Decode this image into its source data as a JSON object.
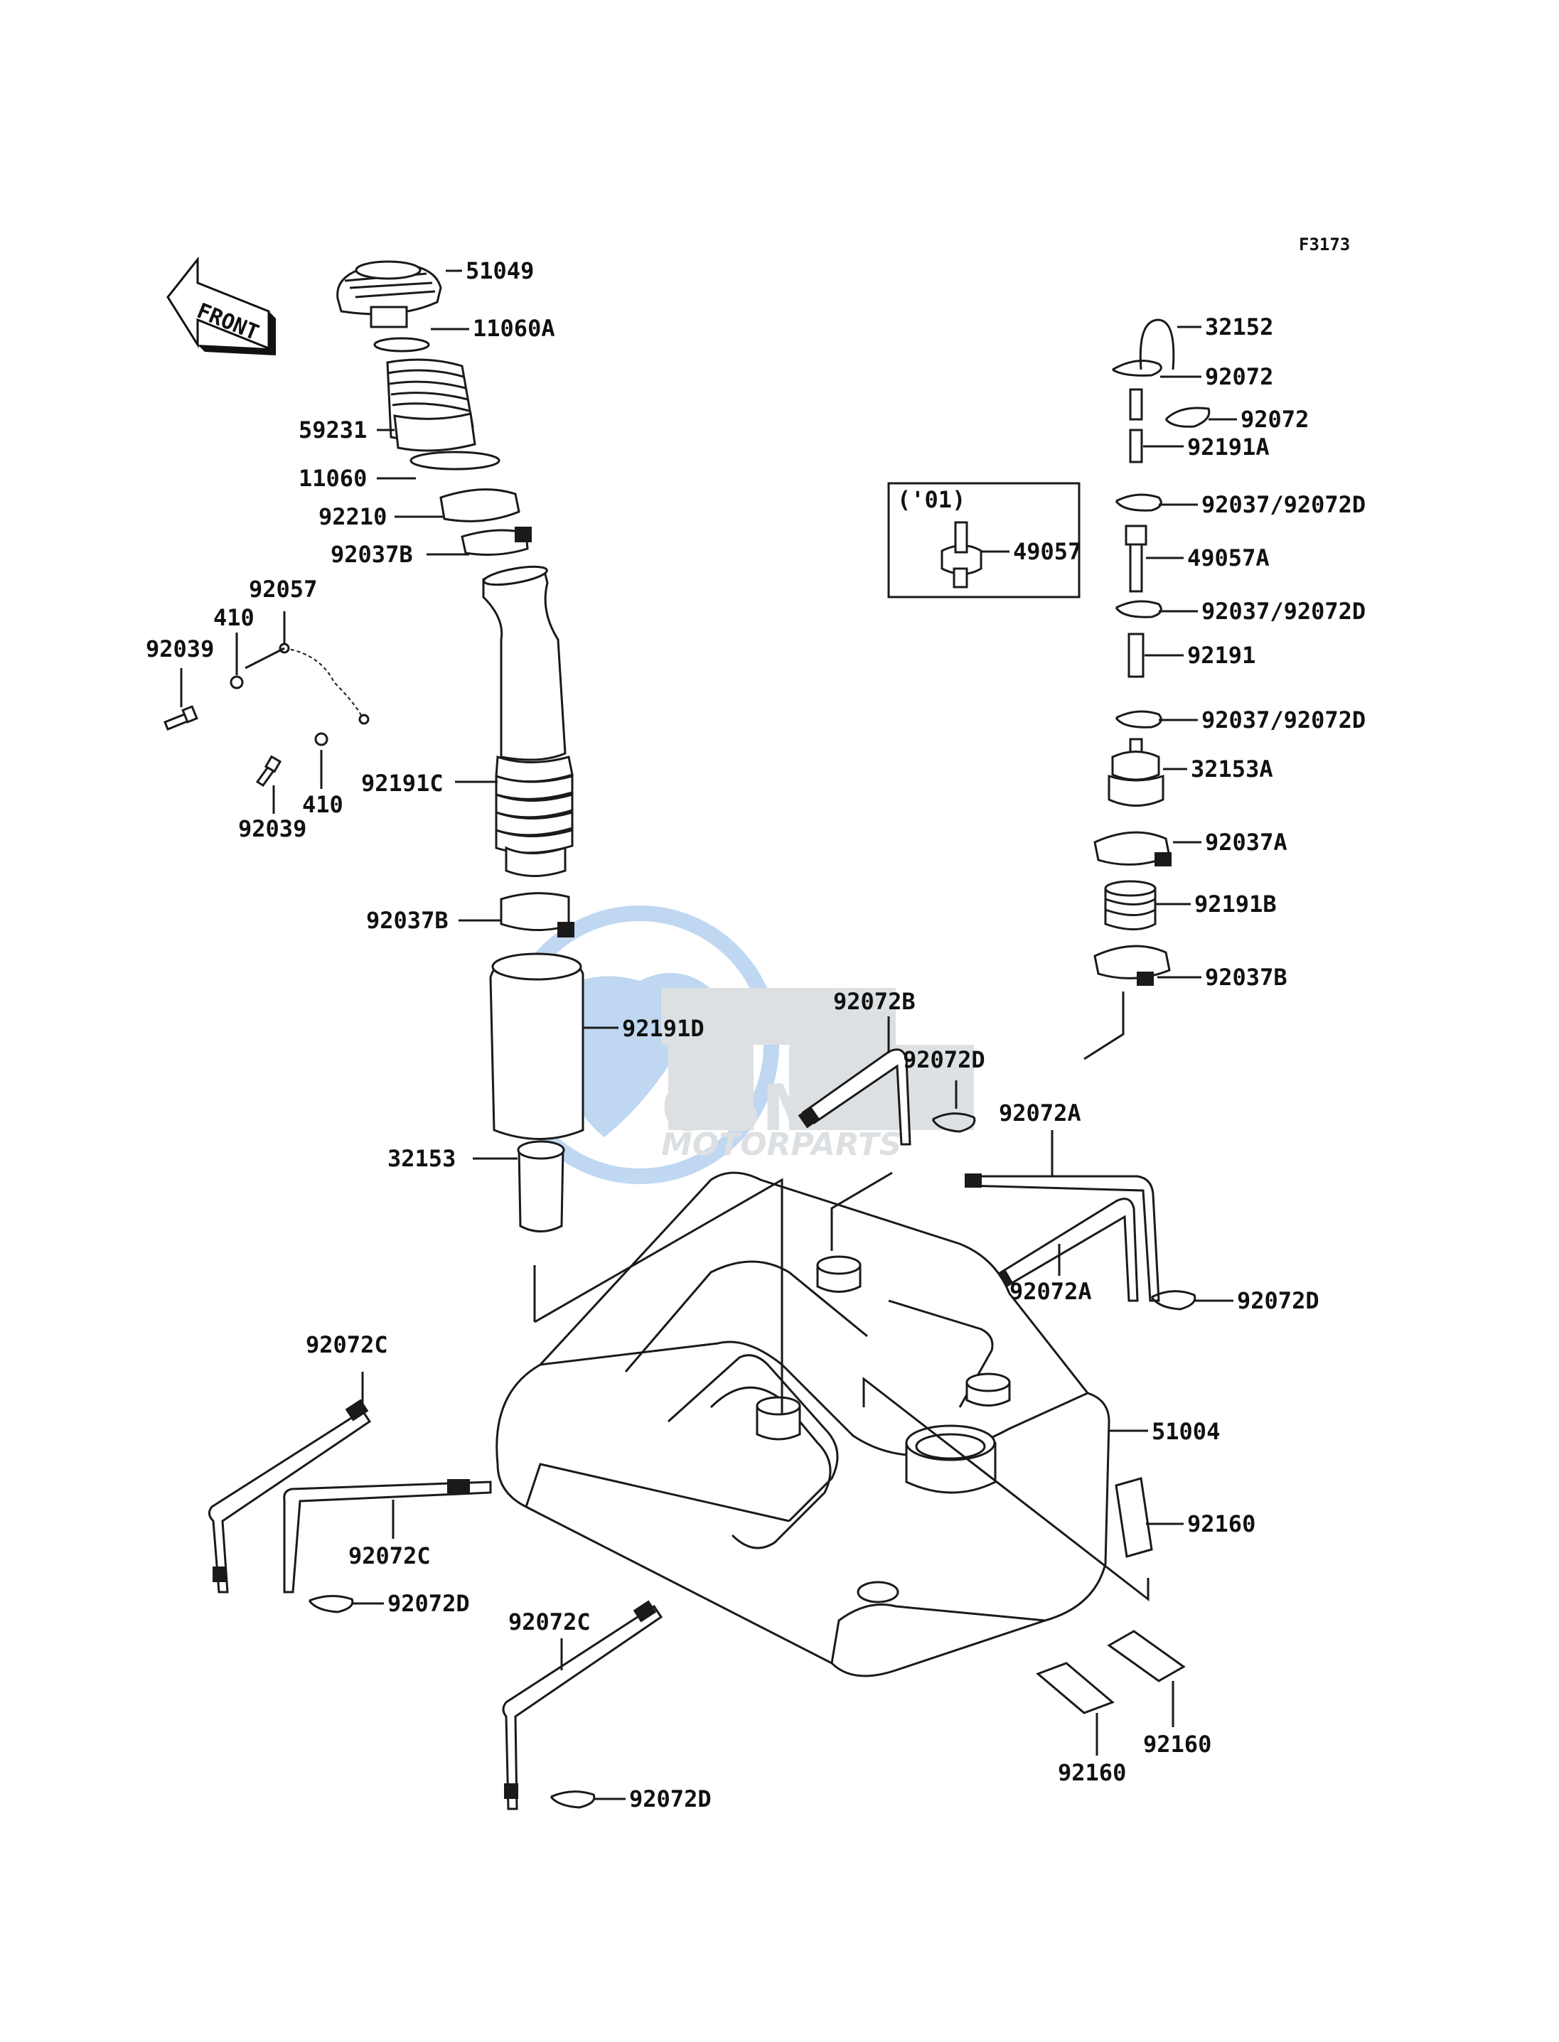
{
  "diagram": {
    "figure_code": "F3173",
    "front_label": "FRONT",
    "inset_year": "('01)",
    "watermark": {
      "brand": "OSM",
      "sub": "MOTORPARTS",
      "colors": [
        "#4a90d9",
        "#9fa8b0"
      ]
    },
    "labels": {
      "p51049": "51049",
      "p11060A": "11060A",
      "p59231": "59231",
      "p11060": "11060",
      "p92210": "92210",
      "p92037B_top": "92037B",
      "p92057": "92057",
      "p410_a": "410",
      "p92039_a": "92039",
      "p92039_b": "92039",
      "p410_b": "410",
      "p92191C": "92191C",
      "p92037B_mid": "92037B",
      "p92191D": "92191D",
      "p32153": "32153",
      "p92072C_a": "92072C",
      "p92072C_b": "92072C",
      "p92072D_a": "92072D",
      "p92072C_c": "92072C",
      "p92072D_b": "92072D",
      "p49057": "49057",
      "p32152": "32152",
      "p92072_a": "92072",
      "p92072_b": "92072",
      "p92191A": "92191A",
      "p92037_92072D_a": "92037/92072D",
      "p49057A": "49057A",
      "p92037_92072D_b": "92037/92072D",
      "p92191": "92191",
      "p92037_92072D_c": "92037/92072D",
      "p32153A": "32153A",
      "p92037A": "92037A",
      "p92191B": "92191B",
      "p92037B_right": "92037B",
      "p92072B": "92072B",
      "p92072D_c": "92072D",
      "p92072A_a": "92072A",
      "p92072A_b": "92072A",
      "p92072D_d": "92072D",
      "p51004": "51004",
      "p92160_a": "92160",
      "p92160_b": "92160",
      "p92160_c": "92160"
    }
  }
}
